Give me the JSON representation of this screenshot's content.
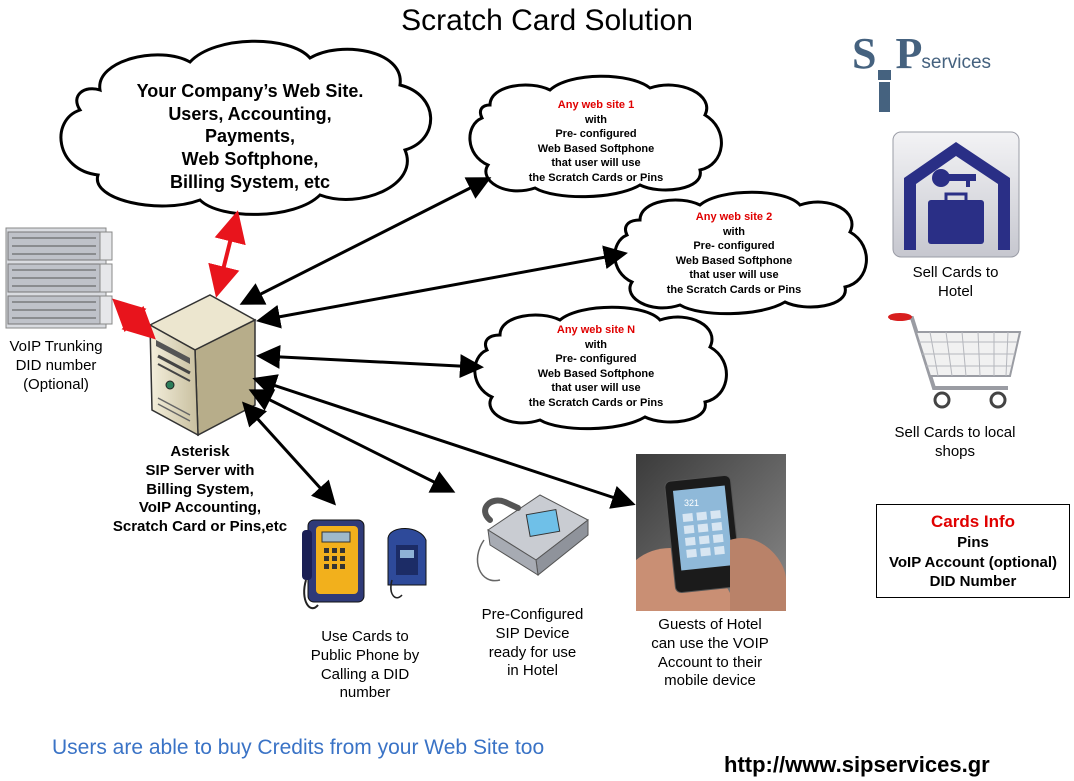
{
  "title": "Scratch Card Solution",
  "logo": {
    "brand": "S",
    "brand_p": "P",
    "brand_small": "services"
  },
  "company_cloud": {
    "line1": "Your Company’s  Web Site.",
    "line2": "Users, Accounting,",
    "line3": "Payments,",
    "line4": "Web  Softphone,",
    "line5": "Billing System, etc"
  },
  "web_sites": [
    {
      "name": "Any web site 1",
      "line1": "with",
      "line2": "Pre- configured",
      "line3": "Web Based Softphone",
      "line4": "that user will use",
      "line5": "the Scratch Cards or Pins"
    },
    {
      "name": "Any web site 2",
      "line1": "with",
      "line2": "Pre- configured",
      "line3": "Web Based Softphone",
      "line4": "that user will use",
      "line5": "the Scratch Cards or Pins"
    },
    {
      "name": "Any web site N",
      "line1": "with",
      "line2": "Pre- configured",
      "line3": "Web Based Softphone",
      "line4": "that user will use",
      "line5": "the Scratch Cards or Pins"
    }
  ],
  "voip_trunking": {
    "line1": "VoIP Trunking",
    "line2": "DID number",
    "line3": "(Optional)"
  },
  "asterisk": {
    "line1": "Asterisk",
    "line2": "SIP Server with",
    "line3": "Billing System,",
    "line4": "VoIP Accounting,",
    "line5": "Scratch Card or Pins,etc"
  },
  "public_phone": {
    "line1": "Use Cards to",
    "line2": "Public Phone by",
    "line3": "Calling a DID",
    "line4": "number"
  },
  "sip_device": {
    "line1": "Pre-Configured",
    "line2": "SIP Device",
    "line3": "ready for use",
    "line4": "in Hotel"
  },
  "guests": {
    "line1": "Guests of Hotel",
    "line2": "can use the VOIP",
    "line3": "Account to their",
    "line4": "mobile device"
  },
  "hotel": {
    "line1": "Sell Cards to",
    "line2": "Hotel"
  },
  "shops": {
    "line1": "Sell Cards to local",
    "line2": "shops"
  },
  "cards_info": {
    "title": "Cards Info",
    "item1": "Pins",
    "item2": "VoIP Account (optional)",
    "item3": "DID Number"
  },
  "mobile_screen_text": "321",
  "footer": {
    "text": "Users are able to buy Credits from your Web Site too",
    "url": "http://www.sipservices.gr"
  },
  "colors": {
    "red_arrow": "#e8141c",
    "black_arrow": "#000000",
    "footer_blue": "#3a73c6",
    "red_text": "#e00000",
    "logo_blue": "#45627f"
  },
  "icons": [
    "rack-server-icon",
    "tower-server-icon",
    "payphone-icon",
    "desk-phone-icon",
    "mobile-phone-icon",
    "hotel-key-icon",
    "shopping-cart-icon"
  ]
}
